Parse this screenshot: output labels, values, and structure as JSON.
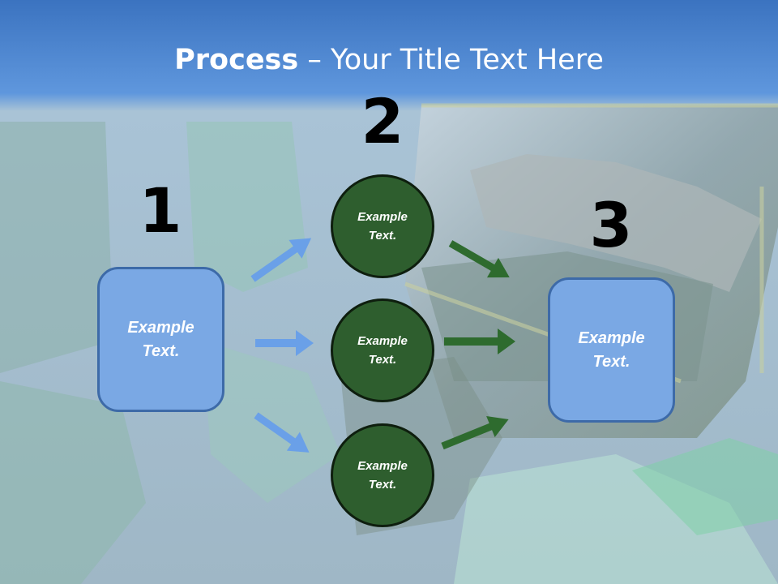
{
  "title": {
    "bold": "Process",
    "rest": " – Your Title Text Here"
  },
  "steps": [
    {
      "number": "1",
      "label": "Example\nText."
    },
    {
      "number": "2"
    },
    {
      "number": "3",
      "label": "Example\nText."
    }
  ],
  "circles": [
    {
      "label": "Example\nText."
    },
    {
      "label": "Example\nText."
    },
    {
      "label": "Example\nText."
    }
  ],
  "colors": {
    "box_fill": "#7aa8e4",
    "circle_fill": "#2e5e2e",
    "blue_arrow": "#6aa0e8",
    "green_arrow": "#2e6b2e"
  }
}
